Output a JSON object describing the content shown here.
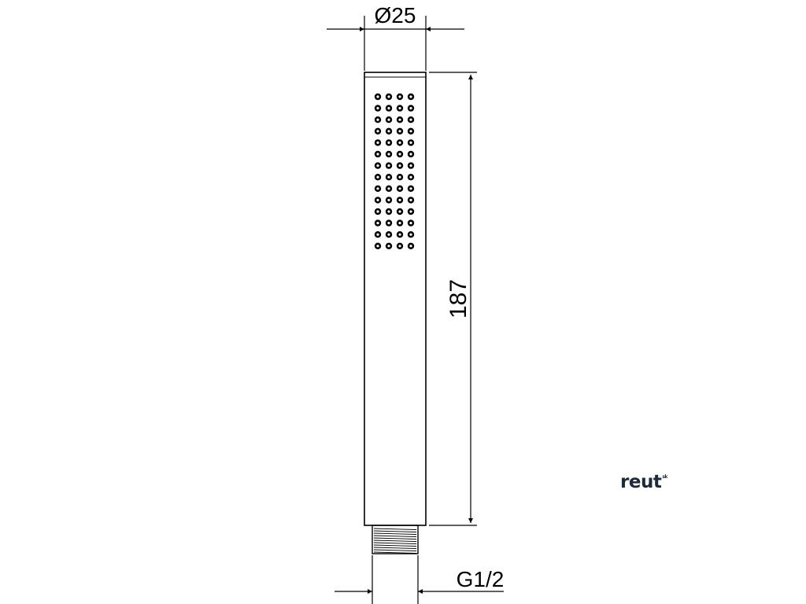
{
  "dimensions": {
    "diameter_label": "Ø25",
    "length_label": "187",
    "thread_label": "G1/2"
  },
  "nozzles": {
    "columns": 4,
    "rows": 14
  },
  "logo": {
    "text": "reut",
    "superscript": "sk",
    "color": "#1f2a38"
  },
  "colors": {
    "line": "#000000",
    "background": "#ffffff"
  }
}
